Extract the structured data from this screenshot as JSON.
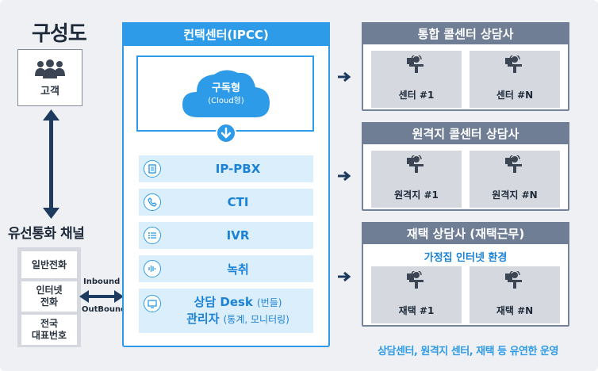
{
  "title": "구성도",
  "customer": {
    "label": "고객",
    "icon": "people-icon"
  },
  "channel": {
    "title": "유선통화 채널",
    "items": [
      "일반전화",
      "인터넷\n전화",
      "전국\n대표번호"
    ],
    "inbound_label": "Inbound",
    "outbound_label": "OutBound"
  },
  "contact_center": {
    "title": "컨택센터(IPCC)",
    "cloud": {
      "line1": "구독형",
      "line2": "(Cloud형)"
    },
    "modules": [
      {
        "label": "IP-PBX",
        "icon": "document-icon"
      },
      {
        "label": "CTI",
        "icon": "phone-icon"
      },
      {
        "label": "IVR",
        "icon": "list-icon"
      },
      {
        "label": "녹취",
        "icon": "waveform-icon"
      }
    ],
    "desk": {
      "icon": "monitor-icon",
      "line1_strong": "상담 Desk",
      "line1_small": "(번들)",
      "line2_strong": "관리자",
      "line2_small": "(통계, 모니터링)"
    }
  },
  "groups": [
    {
      "title": "통합 콜센터 상담사",
      "seats": [
        "센터 #1",
        "센터 #N"
      ]
    },
    {
      "title": "원격지 콜센터 상담사",
      "seats": [
        "원격지 #1",
        "원격지 #N"
      ]
    },
    {
      "title": "재택 상담사 (재택근무)",
      "subtitle": "가정집 인터넷 환경",
      "seats": [
        "재택 #1",
        "재택 #N"
      ]
    }
  ],
  "footer_note": "상담센터, 원격지 센터, 재택 등 유연한 운영",
  "colors": {
    "accent": "#2e9be8",
    "navy": "#1d3a5f",
    "group_header": "#6f7e94",
    "panel_bg": "#eef0f3"
  }
}
